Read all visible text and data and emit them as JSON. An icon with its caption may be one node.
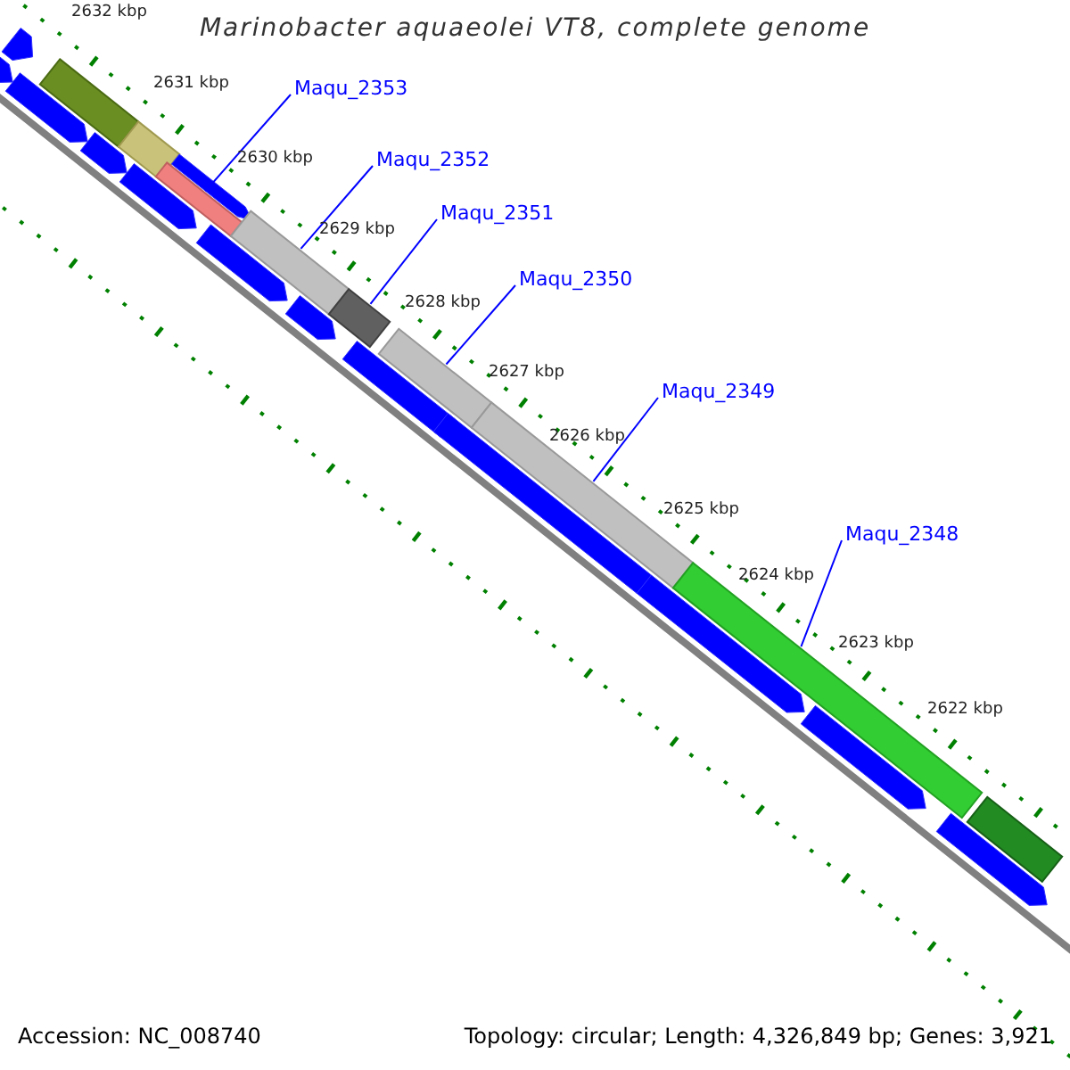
{
  "diagram": {
    "title": "Marinobacter aquaeolei VT8, complete genome",
    "nodes": [
      {
        "text": [
          "Maqu_2353"
        ]
      },
      {
        "text": [
          "Maqu_2352"
        ]
      },
      {
        "text": [
          "Maqu_2351"
        ]
      },
      {
        "text": [
          "Maqu_2350"
        ]
      },
      {
        "text": [
          "Maqu_2349"
        ]
      },
      {
        "text": [
          "Maqu_2348"
        ]
      },
      {
        "text": [],
        "shape": "arrow"
      },
      {
        "text": [],
        "shape": "arrow"
      },
      {
        "text": [],
        "shape": "arrow"
      },
      {
        "text": [],
        "shape": "bar"
      },
      {
        "text": [],
        "shape": "arrow"
      },
      {
        "text": [],
        "shape": "bar"
      },
      {
        "text": [],
        "shape": "arrow"
      },
      {
        "text": [],
        "shape": "bar"
      },
      {
        "text": [],
        "shape": "arrow"
      },
      {
        "text": [],
        "shape": "arrow"
      },
      {
        "text": [],
        "shape": "bar"
      },
      {
        "text": [],
        "shape": "arrow"
      },
      {
        "text": [],
        "shape": "bar"
      },
      {
        "text": [],
        "shape": "arrow"
      },
      {
        "text": [],
        "shape": "bar"
      },
      {
        "text": [],
        "shape": "arrow"
      },
      {
        "text": [],
        "shape": "bar"
      },
      {
        "text": [],
        "shape": "arrow"
      },
      {
        "text": [],
        "shape": "bar"
      },
      {
        "text": [],
        "shape": "arrow"
      },
      {
        "text": [],
        "shape": "arrow"
      },
      {
        "text": [],
        "shape": "bar"
      }
    ],
    "edges": [
      {
        "from": 0,
        "to": 13,
        "arrow": "none"
      },
      {
        "from": 1,
        "to": 16,
        "arrow": "none"
      },
      {
        "from": 2,
        "to": 18,
        "arrow": "none"
      },
      {
        "from": 3,
        "to": 20,
        "arrow": "none"
      },
      {
        "from": 4,
        "to": 22,
        "arrow": "none"
      },
      {
        "from": 5,
        "to": 24,
        "arrow": "none"
      }
    ],
    "labels": [
      "2632 kbp",
      "2631 kbp",
      "2630 kbp",
      "2629 kbp",
      "2628 kbp",
      "2627 kbp",
      "2626 kbp",
      "2625 kbp",
      "2624 kbp",
      "2623 kbp",
      "2622 kbp",
      "Accession: NC_008740",
      "Topology: circular; Length: 4,326,849 bp; Genes: 3,921"
    ]
  }
}
